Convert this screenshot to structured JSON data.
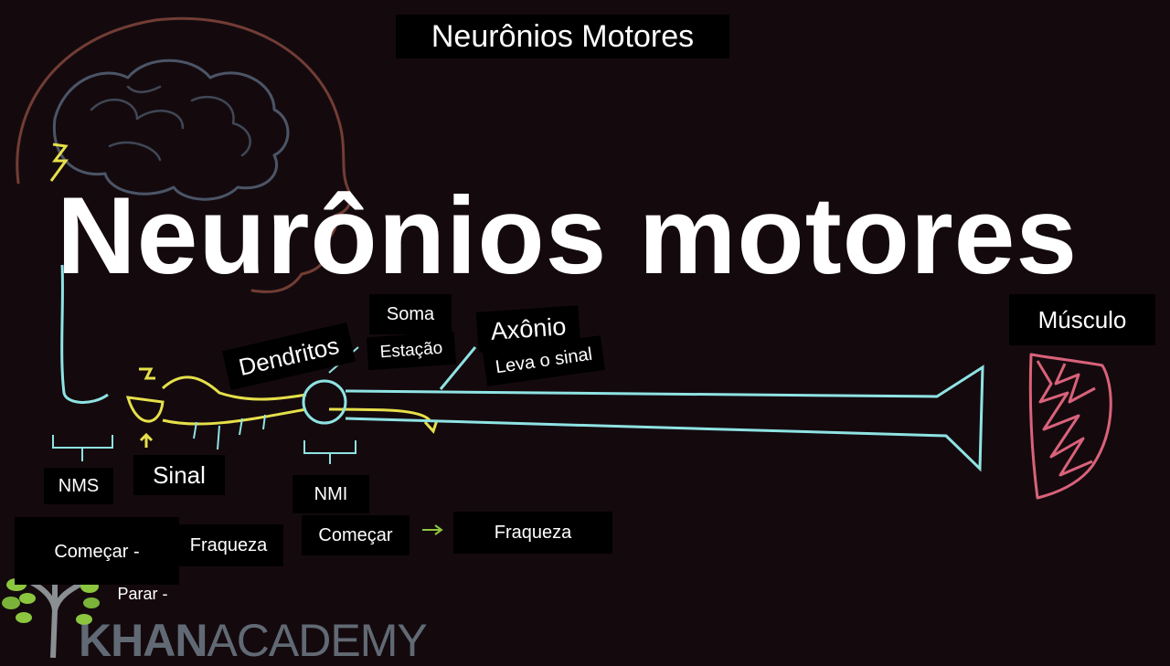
{
  "header": {
    "title": "Neurônios Motores"
  },
  "main_title": "Neurônios motores",
  "labels": {
    "soma": "Soma",
    "estacao": "Estação",
    "axonio": "Axônio",
    "leva_o_sinal": "Leva o sinal",
    "dendritos": "Dendritos",
    "musculo": "Músculo",
    "nms": "NMS",
    "sinal": "Sinal",
    "nmi": "NMI",
    "comecar_left": "Começar -",
    "fraqueza_left": "Fraqueza",
    "parar": "Parar  -",
    "comecar_right": "Começar",
    "fraqueza_right": "Fraqueza"
  },
  "brand": {
    "bold": "KHAN",
    "light": "ACADEMY"
  },
  "colors": {
    "background": "#140a0e",
    "brain_outline": "#8a4a3e",
    "brain_folds": "#5e6f86",
    "neuron_yellow": "#e6e04a",
    "axon_cyan": "#8fe3e3",
    "muscle_pink": "#d9627a",
    "tree_green": "#8cc63f",
    "brand_gray": "#7b8a97"
  },
  "icons": [
    "brain-drawing",
    "lightning-bolt-icon",
    "upper-motor-neuron",
    "lower-motor-neuron",
    "muscle-drawing",
    "khan-tree-logo",
    "arrow-icon"
  ]
}
